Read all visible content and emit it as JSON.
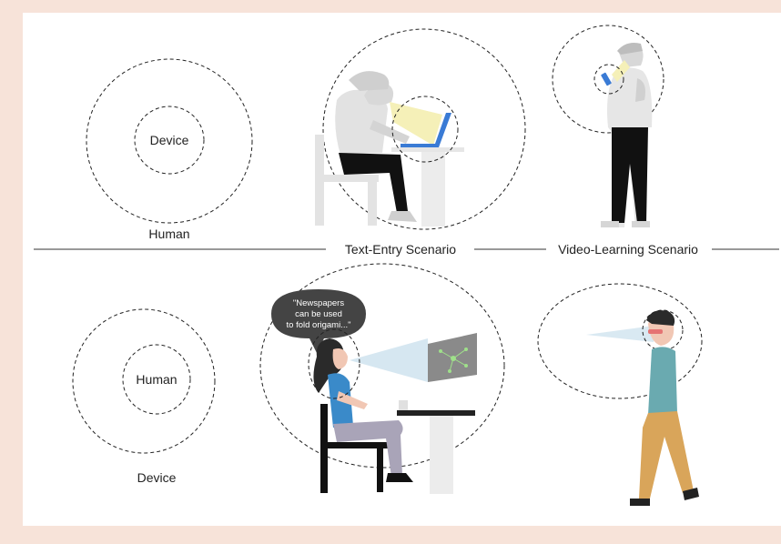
{
  "top_diagram": {
    "inner_label": "Device",
    "outer_label": "Human"
  },
  "bottom_diagram": {
    "inner_label": "Human",
    "outer_label": "Device"
  },
  "scenarios": {
    "text_entry": "Text-Entry Scenario",
    "video_learning": "Video-Learning Scenario"
  },
  "speech_bubble": {
    "line1": "\"Newspapers",
    "line2": "can be used",
    "line3": "to fold origami...\""
  },
  "colors": {
    "background": "#f7e3d9",
    "panel": "#ffffff",
    "device_blue": "#3a7bd5",
    "light_beam": "#f5f0b8",
    "shirt_teal": "#6aaab0",
    "pants_tan": "#d9a55a"
  }
}
